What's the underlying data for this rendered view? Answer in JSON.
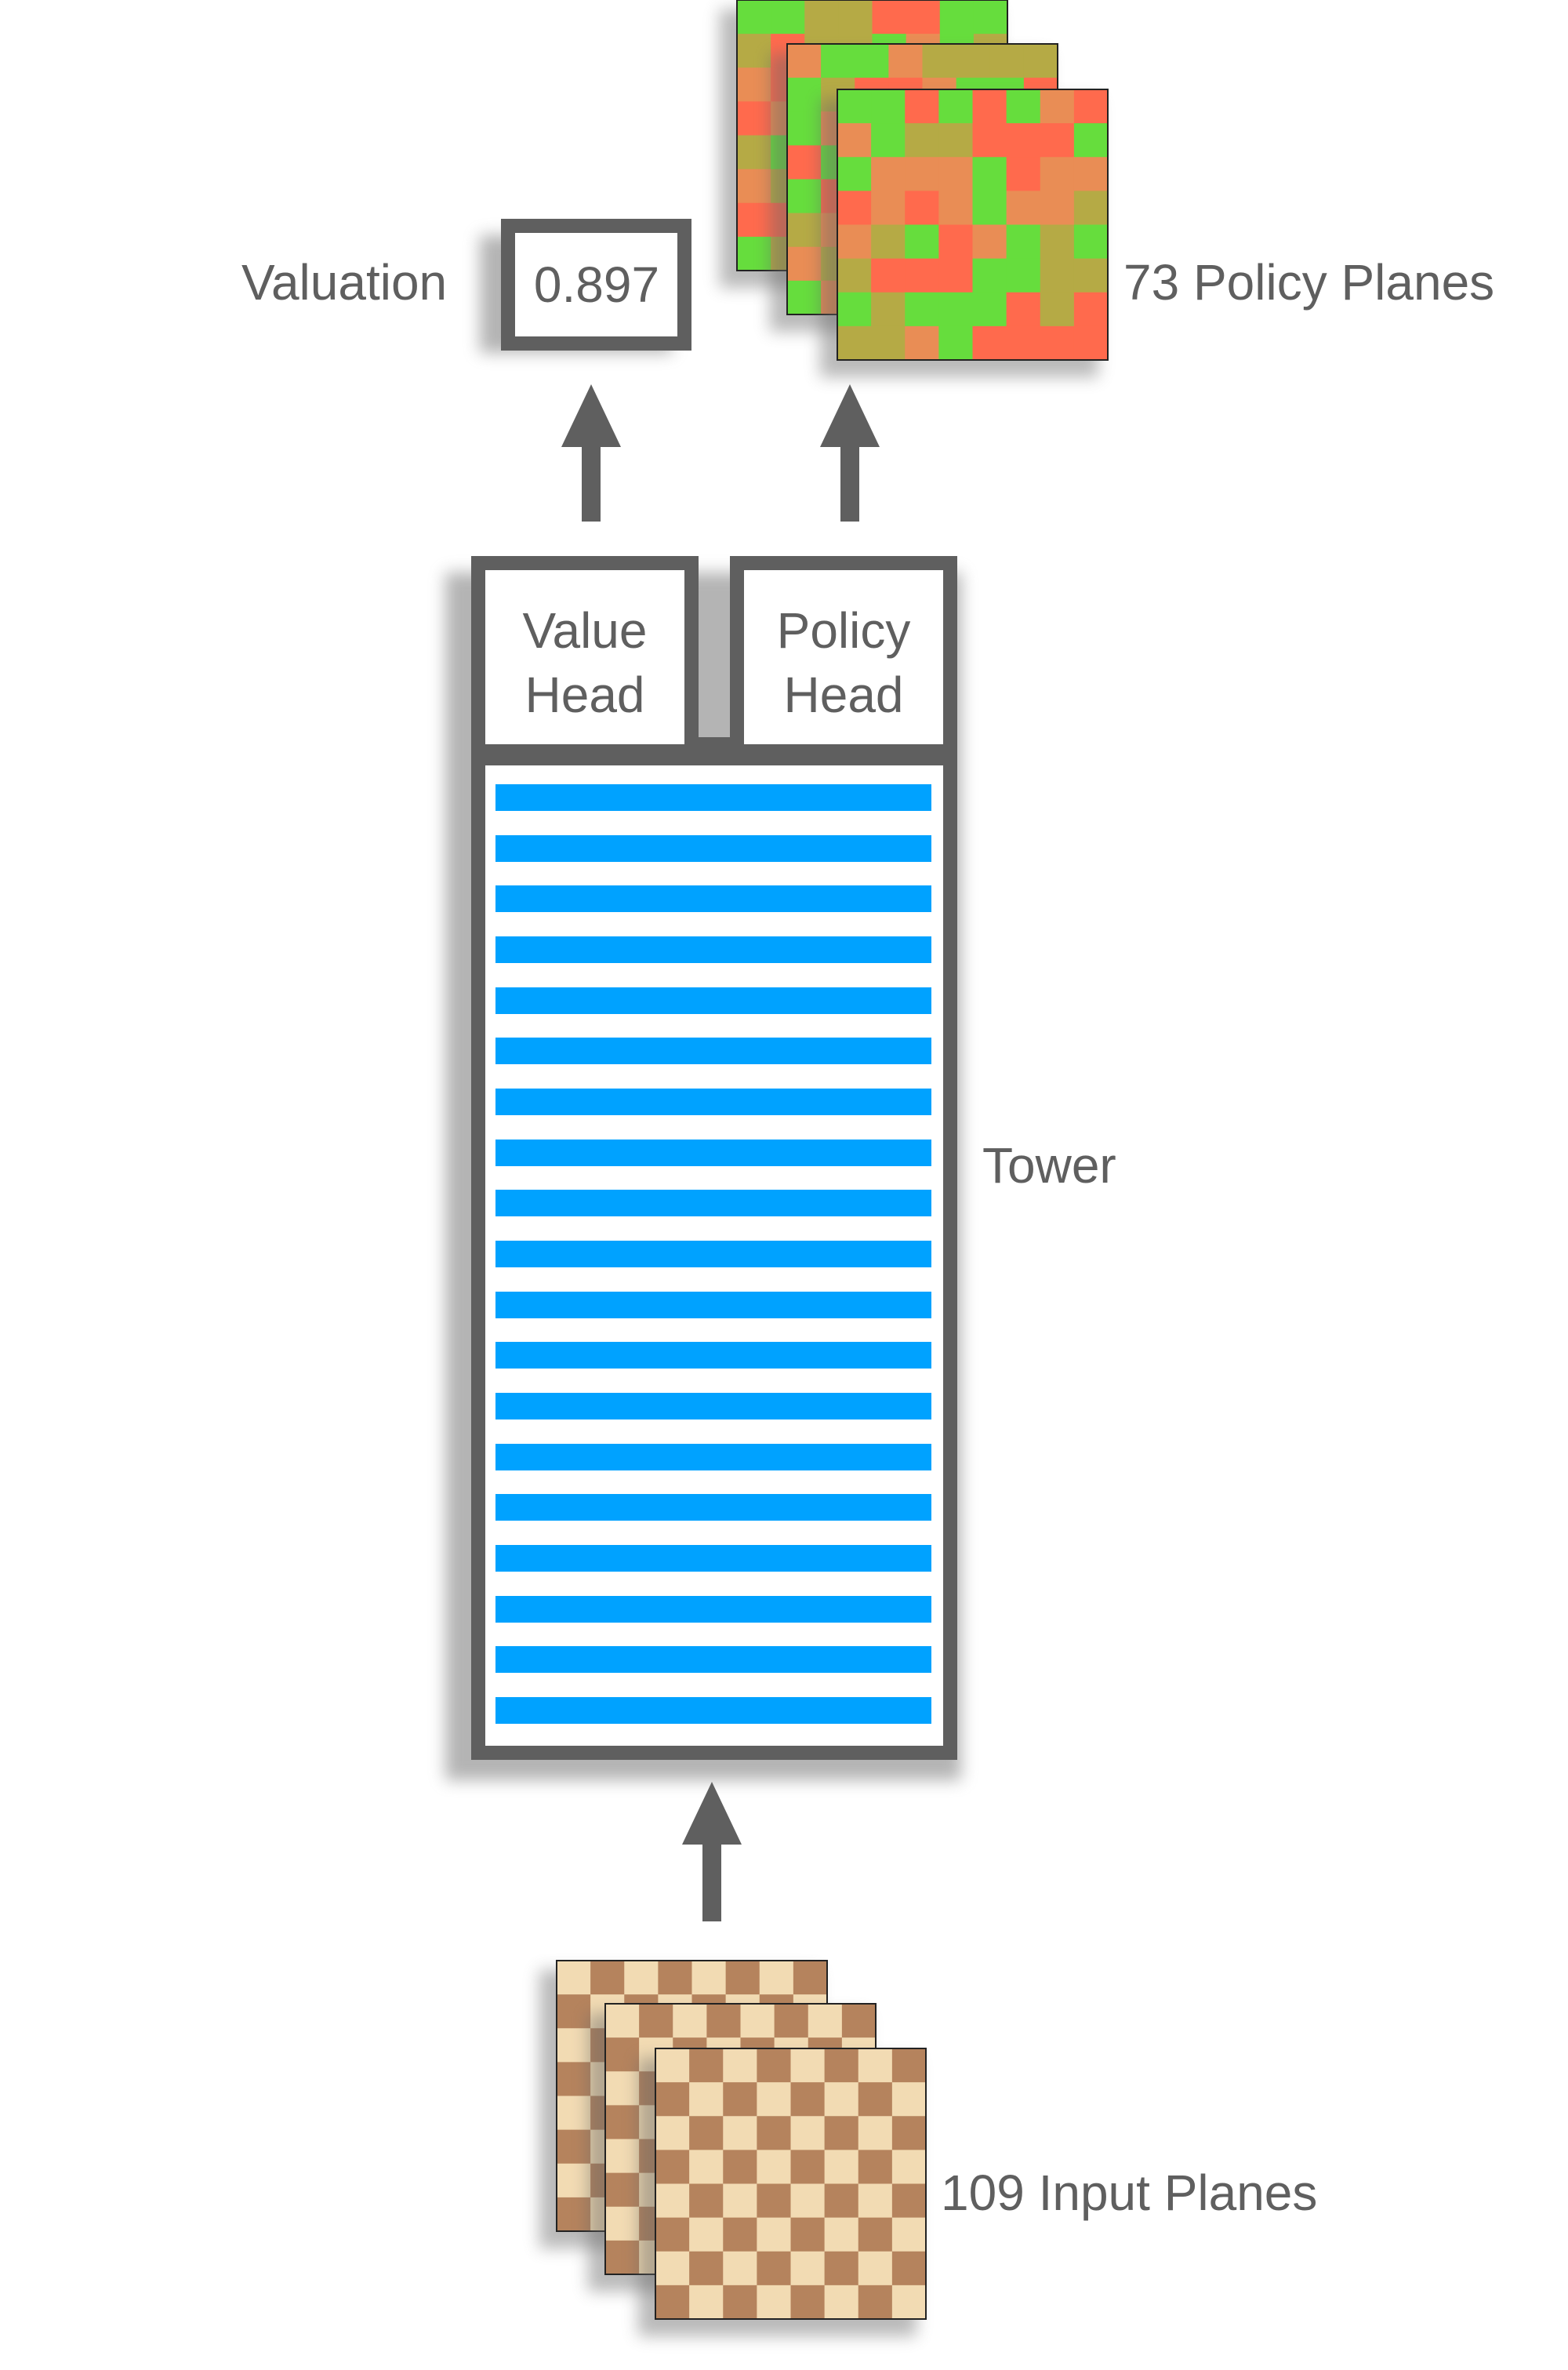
{
  "labels": {
    "valuation": "Valuation",
    "valuation_value": "0.897",
    "policy_planes": "73 Policy Planes",
    "value_head_line1": "Value",
    "value_head_line2": "Head",
    "policy_head_line1": "Policy",
    "policy_head_line2": "Head",
    "tower": "Tower",
    "input_planes": "109 Input Planes"
  },
  "colors": {
    "frame": "#5f5f5f",
    "tower_stripe": "#00a2ff",
    "board_light": "#f2dbb3",
    "board_dark": "#b5835d",
    "policy_red": "#ff6a4d",
    "policy_green": "#66dd3d",
    "policy_olive": "#b5aa45",
    "policy_orange": "#e98d55"
  },
  "tower": {
    "layer_count": 19
  },
  "diagram": {
    "input_plane_stack": 3,
    "policy_plane_stack": 3,
    "board_size": 8
  }
}
